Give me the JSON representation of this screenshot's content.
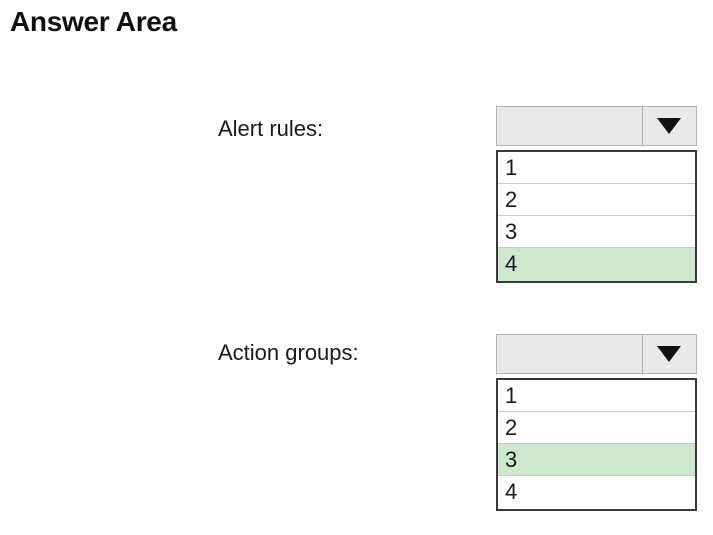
{
  "page": {
    "title": "Answer Area"
  },
  "colors": {
    "selected_background": "#cde8cc",
    "header_background": "#e9e9e9"
  },
  "rows": [
    {
      "label": "Alert rules:",
      "selected_value": "",
      "arrow_icon": "triangle-down-icon",
      "options": [
        "1",
        "2",
        "3",
        "4"
      ],
      "highlighted_option": "4"
    },
    {
      "label": "Action groups:",
      "selected_value": "",
      "arrow_icon": "triangle-down-icon",
      "options": [
        "1",
        "2",
        "3",
        "4"
      ],
      "highlighted_option": "3"
    }
  ]
}
